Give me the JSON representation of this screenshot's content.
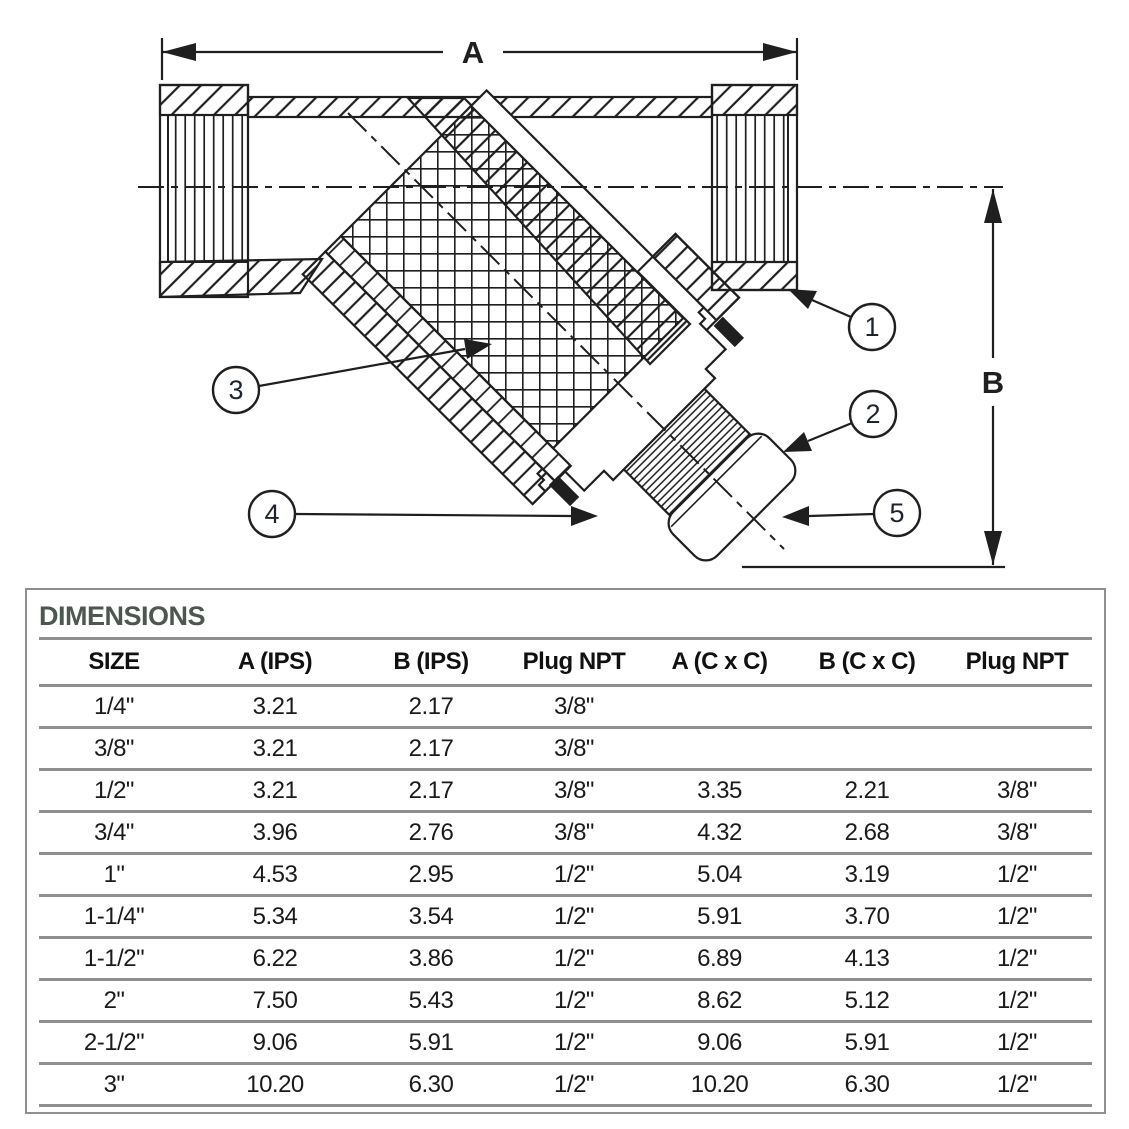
{
  "colors": {
    "background": "#ffffff",
    "line": "#1f1f1f",
    "rule": "#8f8f8f",
    "title": "#4d574f",
    "callout_number": "#1c2430"
  },
  "diagram": {
    "dim_a": "A",
    "dim_b": "B",
    "callouts": [
      "1",
      "2",
      "3",
      "4",
      "5"
    ]
  },
  "table": {
    "title": "DIMENSIONS",
    "columns": [
      "SIZE",
      "A (IPS)",
      "B (IPS)",
      "Plug NPT",
      "A (C x C)",
      "B (C x C)",
      "Plug NPT"
    ],
    "rows": [
      [
        "1/4\"",
        "3.21",
        "2.17",
        "3/8\"",
        "",
        "",
        ""
      ],
      [
        "3/8\"",
        "3.21",
        "2.17",
        "3/8\"",
        "",
        "",
        ""
      ],
      [
        "1/2\"",
        "3.21",
        "2.17",
        "3/8\"",
        "3.35",
        "2.21",
        "3/8\""
      ],
      [
        "3/4\"",
        "3.96",
        "2.76",
        "3/8\"",
        "4.32",
        "2.68",
        "3/8\""
      ],
      [
        "1\"",
        "4.53",
        "2.95",
        "1/2\"",
        "5.04",
        "3.19",
        "1/2\""
      ],
      [
        "1-1/4\"",
        "5.34",
        "3.54",
        "1/2\"",
        "5.91",
        "3.70",
        "1/2\""
      ],
      [
        "1-1/2\"",
        "6.22",
        "3.86",
        "1/2\"",
        "6.89",
        "4.13",
        "1/2\""
      ],
      [
        "2\"",
        "7.50",
        "5.43",
        "1/2\"",
        "8.62",
        "5.12",
        "1/2\""
      ],
      [
        "2-1/2\"",
        "9.06",
        "5.91",
        "1/2\"",
        "9.06",
        "5.91",
        "1/2\""
      ],
      [
        "3\"",
        "10.20",
        "6.30",
        "1/2\"",
        "10.20",
        "6.30",
        "1/2\""
      ]
    ]
  }
}
